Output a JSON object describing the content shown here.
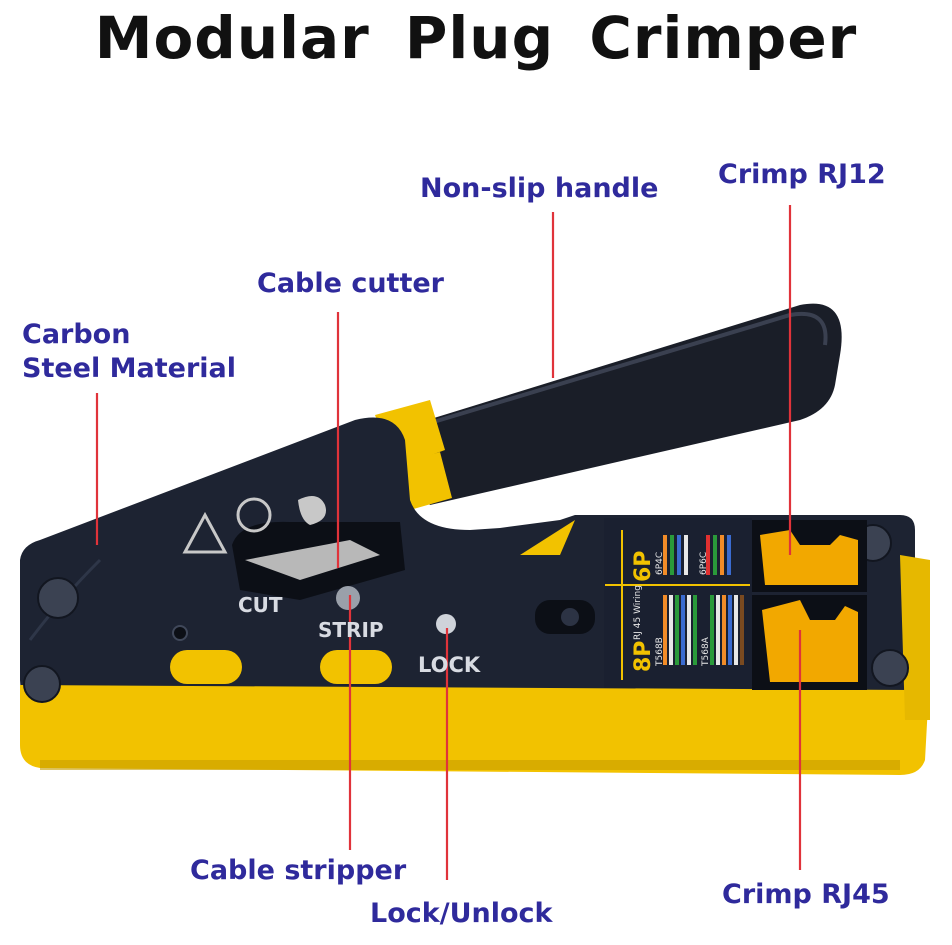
{
  "title": "Modular  Plug  Crimper",
  "callouts": {
    "non_slip_handle": "Non-slip handle",
    "crimp_rj12": "Crimp RJ12",
    "cable_cutter": "Cable cutter",
    "carbon_line1": "Carbon",
    "carbon_line2": "Steel Material",
    "cable_stripper": "Cable stripper",
    "lock_unlock": "Lock/Unlock",
    "crimp_rj45": "Crimp RJ45"
  },
  "tool_markings": {
    "cut": "CUT",
    "strip": "STRIP",
    "lock": "LOCK",
    "p8": "8P",
    "p6": "6P",
    "t568b": "T568B",
    "t568a": "T568A",
    "p6c": "6P4C",
    "p6c2": "6P6C",
    "rj45_wiring": "RJ 45 Wiring"
  },
  "colors": {
    "callout_text": "#2f2a9c",
    "leader_line": "#e0333a",
    "body_black": "#1c2230",
    "body_yellow": "#f2c200"
  }
}
